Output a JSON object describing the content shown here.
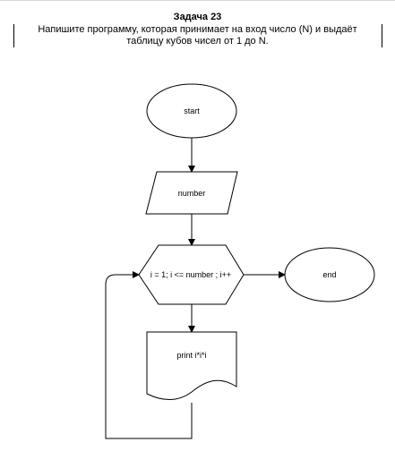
{
  "task": {
    "title": "Задача 23",
    "description_line1": "Напишите программу, которая принимает на вход число (N) и выдаёт",
    "description_line2": "таблицу кубов чисел от 1 до N."
  },
  "flowchart": {
    "nodes": {
      "start": {
        "label": "start",
        "shape": "ellipse"
      },
      "input": {
        "label": "number",
        "shape": "parallelogram"
      },
      "loop": {
        "label": "i = 1;  i <= number ; i++",
        "shape": "hexagon"
      },
      "end": {
        "label": "end",
        "shape": "ellipse"
      },
      "print": {
        "label": "print i*i*i",
        "shape": "document"
      }
    },
    "colors": {
      "stroke": "#000000",
      "fill": "#ffffff"
    }
  }
}
